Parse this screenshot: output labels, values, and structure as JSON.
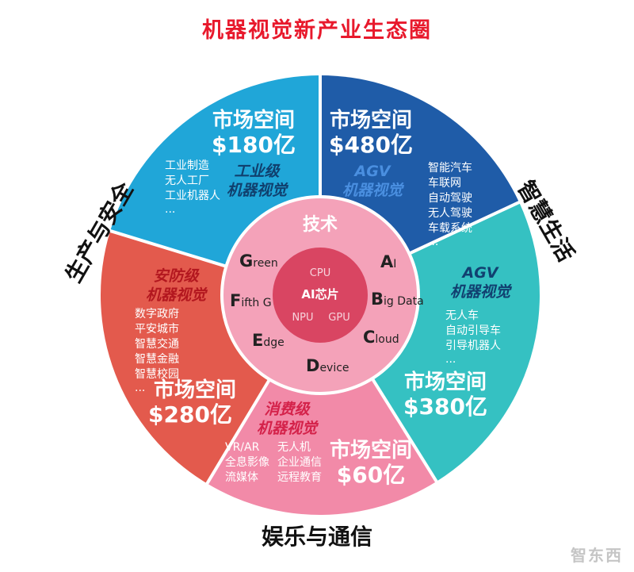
{
  "title": "机器视觉新产业生态圈",
  "sides": {
    "left": "生产与安全",
    "right": "智慧生活",
    "bottom": "娱乐与通信"
  },
  "colors": {
    "industrial": "#20a6d8",
    "agv_top": "#1f5ca8",
    "agv_right": "#35c1c2",
    "consumer": "#f28aa8",
    "security": "#e35a4d",
    "tech_ring": "#f4a2b9",
    "chip_core": "#d94562",
    "title": "#e8192c",
    "category_dark": "#114070"
  },
  "segments": {
    "industrial": {
      "market_label": "市场空间",
      "market_value": "$180亿",
      "category": [
        "工业级",
        "机器视觉"
      ],
      "items": [
        "工业制造",
        "无人工厂",
        "工业机器人",
        "..."
      ]
    },
    "agv_top": {
      "market_label": "市场空间",
      "market_value": "$480亿",
      "category": [
        "AGV",
        "机器视觉"
      ],
      "items": [
        "智能汽车",
        "车联网",
        "自动驾驶",
        "无人驾驶",
        "车载系统",
        "..."
      ]
    },
    "agv_right": {
      "market_label": "市场空间",
      "market_value": "$380亿",
      "category": [
        "AGV",
        "机器视觉"
      ],
      "items": [
        "无人车",
        "自动引导车",
        "引导机器人",
        "..."
      ]
    },
    "consumer": {
      "market_label": "市场空间",
      "market_value": "$60亿",
      "category": [
        "消费级",
        "机器视觉"
      ],
      "items_col1": [
        "VR/AR",
        "全息影像",
        "流媒体"
      ],
      "items_col2": [
        "无人机",
        "企业通信",
        "远程教育"
      ]
    },
    "security": {
      "market_label": "市场空间",
      "market_value": "$280亿",
      "category": [
        "安防级",
        "机器视觉"
      ],
      "items": [
        "数字政府",
        "平安城市",
        "智慧交通",
        "智慧金融",
        "智慧校园",
        "..."
      ]
    }
  },
  "tech": {
    "label": "技术",
    "keywords": [
      {
        "cap": "A",
        "rest": "I"
      },
      {
        "cap": "B",
        "rest": "ig Data"
      },
      {
        "cap": "C",
        "rest": "loud"
      },
      {
        "cap": "D",
        "rest": "evice"
      },
      {
        "cap": "E",
        "rest": "dge"
      },
      {
        "cap": "F",
        "rest": "ifth G"
      },
      {
        "cap": "G",
        "rest": "reen"
      }
    ]
  },
  "chip": {
    "label": "AI芯片",
    "cpu": "CPU",
    "npu": "NPU",
    "gpu": "GPU"
  },
  "watermark": "智东西"
}
